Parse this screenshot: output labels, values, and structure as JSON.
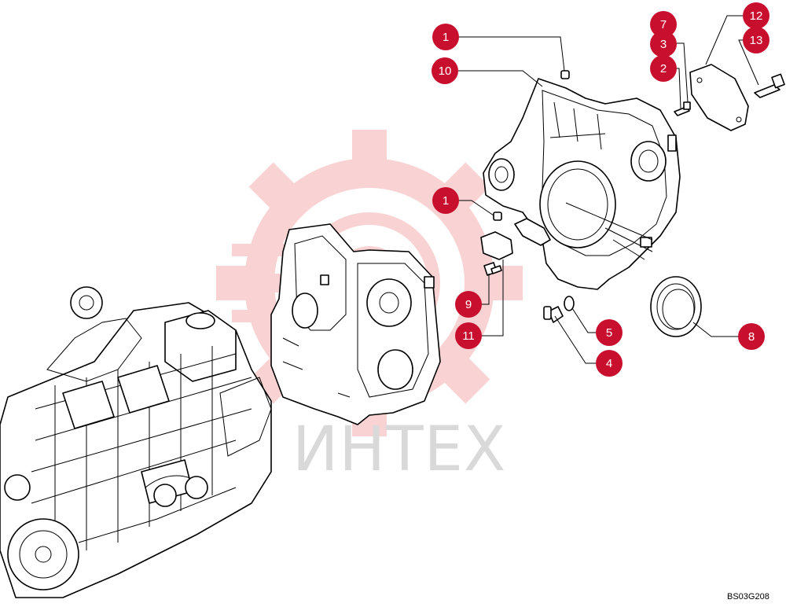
{
  "diagram": {
    "drawing_code": "BS03G208",
    "watermark_text": "ИНТЕХ",
    "callout_color": "#c8102e",
    "watermark_color": "#f5b0b0",
    "callouts": [
      {
        "id": "c1a",
        "label": "1"
      },
      {
        "id": "c10",
        "label": "10"
      },
      {
        "id": "c7",
        "label": "7"
      },
      {
        "id": "c3",
        "label": "3"
      },
      {
        "id": "c2",
        "label": "2"
      },
      {
        "id": "c12",
        "label": "12"
      },
      {
        "id": "c13",
        "label": "13"
      },
      {
        "id": "c1b",
        "label": "1"
      },
      {
        "id": "c9",
        "label": "9"
      },
      {
        "id": "c11",
        "label": "11"
      },
      {
        "id": "c5",
        "label": "5"
      },
      {
        "id": "c4",
        "label": "4"
      },
      {
        "id": "c8",
        "label": "8"
      }
    ]
  }
}
